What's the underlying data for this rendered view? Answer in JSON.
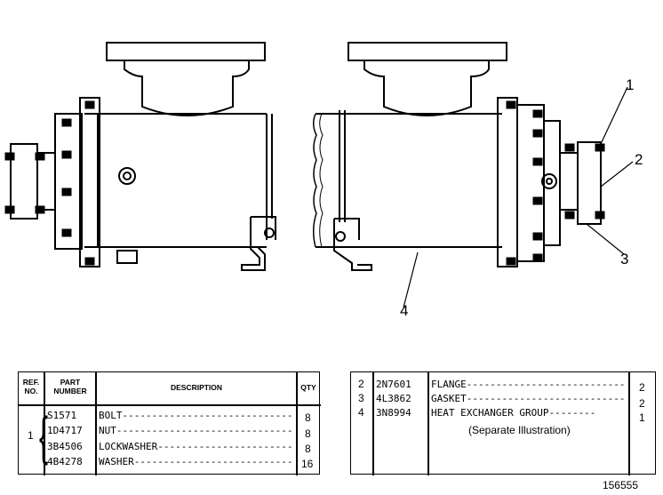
{
  "figure_number": "156555",
  "callouts": [
    "1",
    "2",
    "3",
    "4"
  ],
  "left_table": {
    "headers": {
      "ref_no": "REF. NO.",
      "part_number": "PART NUMBER",
      "description": "DESCRIPTION",
      "qty": "QTY"
    },
    "group_ref": "1",
    "rows": [
      {
        "part": "S1571",
        "desc": "BOLT-----------------------------",
        "qty": "8"
      },
      {
        "part": "1D4717",
        "desc": "NUT------------------------------",
        "qty": "8"
      },
      {
        "part": "3B4506",
        "desc": "LOCKWASHER-----------------------",
        "qty": "8"
      },
      {
        "part": "4B4278",
        "desc": "WASHER---------------------------",
        "qty": "16"
      }
    ]
  },
  "right_table": {
    "rows": [
      {
        "ref": "2",
        "part": "2N7601",
        "desc": "FLANGE---------------------------",
        "qty": "2"
      },
      {
        "ref": "3",
        "part": "4L3862",
        "desc": "GASKET---------------------------",
        "qty": "2"
      },
      {
        "ref": "4",
        "part": "3N8994",
        "desc": "HEAT EXCHANGER GROUP--------",
        "qty": "1"
      }
    ],
    "note": "(Separate Illustration)"
  }
}
